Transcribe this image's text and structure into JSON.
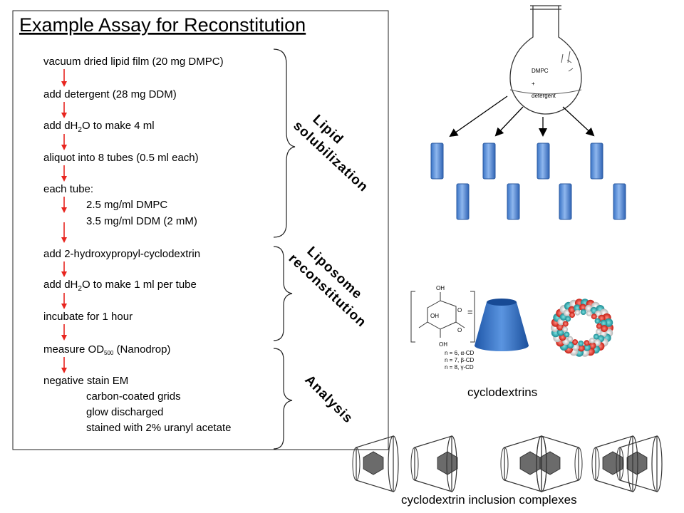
{
  "title": "Example Assay for Reconstitution",
  "steps": [
    "vacuum dried lipid film (20 mg DMPC)",
    "add detergent (28 mg DDM)",
    {
      "pre": "add dH",
      "sub": "2",
      "post": "O to make 4 ml"
    },
    "aliquot into 8 tubes (0.5 ml each)",
    "each tube:",
    "2.5 mg/ml DMPC",
    "3.5 mg/ml DDM (2 mM)",
    "add 2-hydroxypropyl-cyclodextrin",
    {
      "pre": "add dH",
      "sub": "2",
      "post": "O to make 1 ml per tube"
    },
    "incubate for 1 hour",
    {
      "pre": "measure OD",
      "sub": "500",
      "post": " (Nanodrop)"
    },
    "negative stain EM",
    "carbon-coated grids",
    "glow discharged",
    "stained with 2% uranyl acetate"
  ],
  "stages": [
    {
      "line1": "Lipid",
      "line2": "solubilization"
    },
    {
      "line1": "Liposome",
      "line2": "reconstitution"
    },
    {
      "line1": "Analysis",
      "line2": ""
    }
  ],
  "flask": {
    "line1": "DMPC",
    "line2": "+",
    "line3": "detergent"
  },
  "cd_labels": {
    "oh1": "OH",
    "oh2": "OH",
    "oh3": "OH",
    "o1": "O",
    "o2": "O",
    "n": "n",
    "equals": "=",
    "n6": "n = 6, α-CD",
    "n7": "n = 7, β-CD",
    "n8": "n = 8, γ-CD"
  },
  "captions": {
    "cyclodextrins": "cyclodextrins",
    "inclusion": "cyclodextrin inclusion complexes"
  },
  "colors": {
    "arrow_red": "#e8251f",
    "tube_blue": "#4a86d8",
    "tube_light": "#9dc0f0",
    "cup_blue": "#2f6fc9",
    "guest_gray": "#6b6b6b"
  }
}
